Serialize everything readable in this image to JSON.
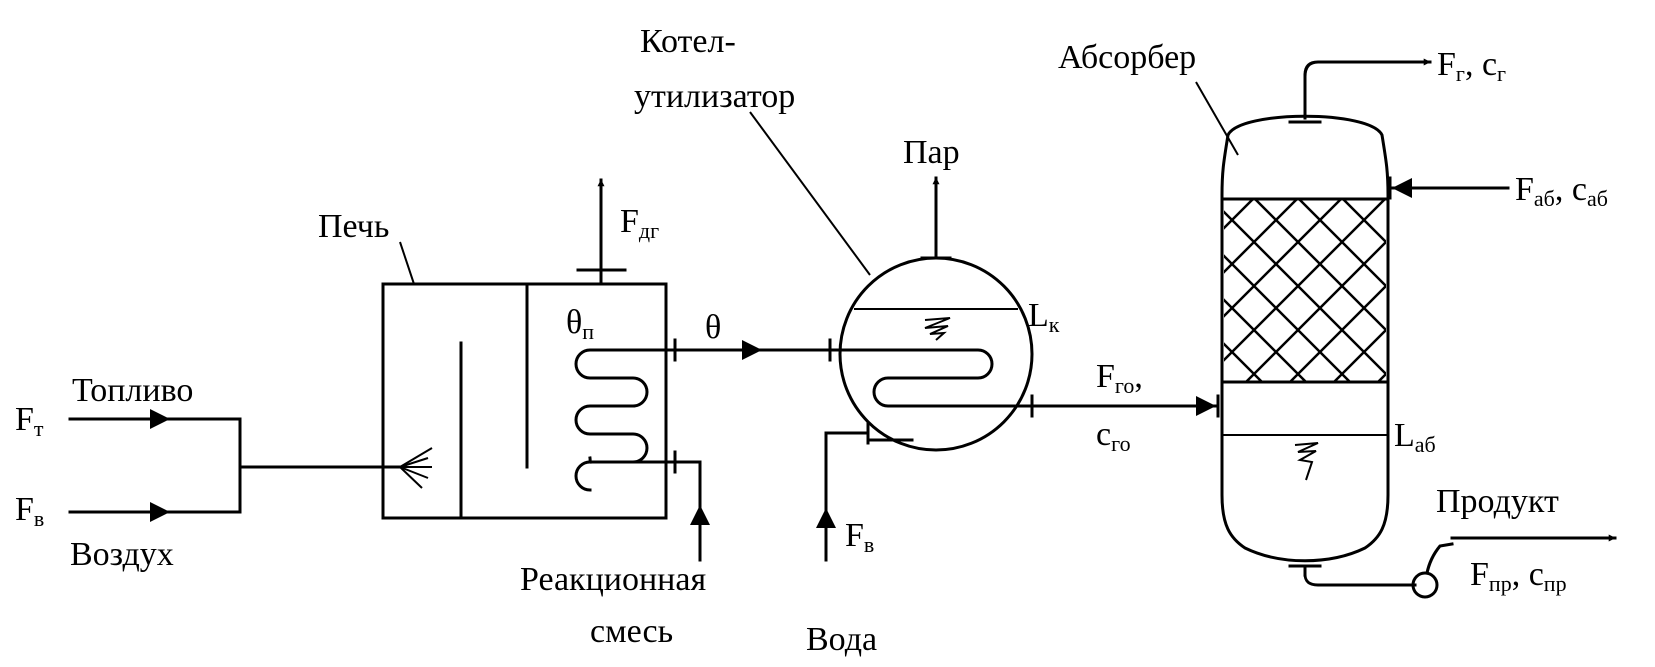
{
  "labels": {
    "furnace": "Печь",
    "boiler_1": "Котел-",
    "boiler_2": "утилизатор",
    "absorber": "Абсорбер",
    "steam": "Пар",
    "fuel": "Топливо",
    "air": "Воздух",
    "reaction_1": "Реакционная",
    "reaction_2": "смесь",
    "water": "Вода",
    "product": "Продукт"
  },
  "symbols": {
    "Ft": {
      "main": "F",
      "sub": "т"
    },
    "Fv_air": {
      "main": "F",
      "sub": "в"
    },
    "Fdg": {
      "main": "F",
      "sub": "дг"
    },
    "theta_p": {
      "main": "θ",
      "sub": "п"
    },
    "theta": {
      "main": "θ"
    },
    "Lk": {
      "main": "L",
      "sub": "к"
    },
    "Fgo": {
      "main": "F",
      "sub": "го",
      "suffix": ","
    },
    "cgo": {
      "main": "c",
      "sub": "го"
    },
    "Fv_water": {
      "main": "F",
      "sub": "в"
    },
    "Fg": {
      "main": "F",
      "sub": "г",
      "sep": ", ",
      "main2": "c",
      "sub2": "г"
    },
    "Fab": {
      "main": "F",
      "sub": "аб",
      "sep": ", ",
      "main2": "c",
      "sub2": "аб"
    },
    "Lab": {
      "main": "L",
      "sub": "аб"
    },
    "Fpr": {
      "main": "F",
      "sub": "пр",
      "sep": ", ",
      "main2": "c",
      "sub2": "пр"
    }
  }
}
